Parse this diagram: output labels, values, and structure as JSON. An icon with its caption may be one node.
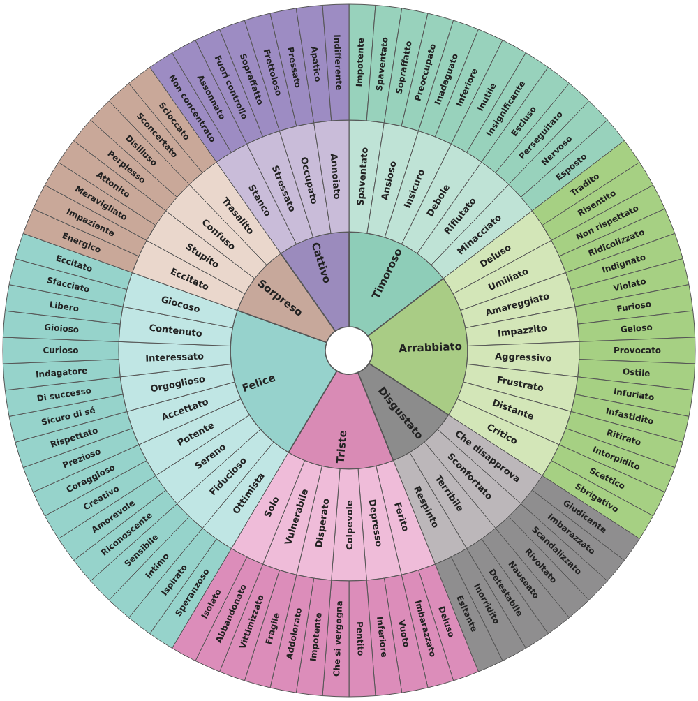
{
  "diagram": {
    "nodes": [
      {
        "text": [
          "Timoroso"
        ]
      },
      {
        "text": [
          "Spaventato"
        ]
      },
      {
        "text": [
          "Impotente"
        ]
      },
      {
        "text": [
          "Spaventato"
        ]
      },
      {
        "text": [
          "Ansioso"
        ]
      },
      {
        "text": [
          "Sopraffatto"
        ]
      },
      {
        "text": [
          "Preoccupato"
        ]
      },
      {
        "text": [
          "Insicuro"
        ]
      },
      {
        "text": [
          "Inadeguato"
        ]
      },
      {
        "text": [
          "Inferiore"
        ]
      },
      {
        "text": [
          "Debole"
        ]
      },
      {
        "text": [
          "Inutile"
        ]
      },
      {
        "text": [
          "Insignificante"
        ]
      },
      {
        "text": [
          "Rifiutato"
        ]
      },
      {
        "text": [
          "Escluso"
        ]
      },
      {
        "text": [
          "Perseguitato"
        ]
      },
      {
        "text": [
          "Minacciato"
        ]
      },
      {
        "text": [
          "Nervoso"
        ]
      },
      {
        "text": [
          "Esposto"
        ]
      },
      {
        "text": [
          "Arrabbiato"
        ]
      },
      {
        "text": [
          "Deluso"
        ]
      },
      {
        "text": [
          "Tradito"
        ]
      },
      {
        "text": [
          "Risentito"
        ]
      },
      {
        "text": [
          "Umiliato"
        ]
      },
      {
        "text": [
          "Non rispettato"
        ]
      },
      {
        "text": [
          "Ridicolizzato"
        ]
      },
      {
        "text": [
          "Amareggiato"
        ]
      },
      {
        "text": [
          "Indignato"
        ]
      },
      {
        "text": [
          "Violato"
        ]
      },
      {
        "text": [
          "Impazzito"
        ]
      },
      {
        "text": [
          "Furioso"
        ]
      },
      {
        "text": [
          "Geloso"
        ]
      },
      {
        "text": [
          "Aggressivo"
        ]
      },
      {
        "text": [
          "Provocato"
        ]
      },
      {
        "text": [
          "Ostile"
        ]
      },
      {
        "text": [
          "Frustrato"
        ]
      },
      {
        "text": [
          "Infuriato"
        ]
      },
      {
        "text": [
          "Infastidito"
        ]
      },
      {
        "text": [
          "Distante"
        ]
      },
      {
        "text": [
          "Ritirato"
        ]
      },
      {
        "text": [
          "Intorpidito"
        ]
      },
      {
        "text": [
          "Critico"
        ]
      },
      {
        "text": [
          "Scettico"
        ]
      },
      {
        "text": [
          "Sbrigativo"
        ]
      },
      {
        "text": [
          "Disgustato"
        ]
      },
      {
        "text": [
          "Che disapprova"
        ]
      },
      {
        "text": [
          "Giudicante"
        ]
      },
      {
        "text": [
          "Imbarazzato"
        ]
      },
      {
        "text": [
          "Sconfortato"
        ]
      },
      {
        "text": [
          "Scandalizzato"
        ]
      },
      {
        "text": [
          "Rivoltato"
        ]
      },
      {
        "text": [
          "Terribile"
        ]
      },
      {
        "text": [
          "Nauseato"
        ]
      },
      {
        "text": [
          "Detestabile"
        ]
      },
      {
        "text": [
          "Respinto"
        ]
      },
      {
        "text": [
          "Inorridito"
        ]
      },
      {
        "text": [
          "Esitante"
        ]
      },
      {
        "text": [
          "Triste"
        ]
      },
      {
        "text": [
          "Ferito"
        ]
      },
      {
        "text": [
          "Deluso"
        ]
      },
      {
        "text": [
          "Imbarazzato"
        ]
      },
      {
        "text": [
          "Depresso"
        ]
      },
      {
        "text": [
          "Vuoto"
        ]
      },
      {
        "text": [
          "Inferiore"
        ]
      },
      {
        "text": [
          "Colpevole"
        ]
      },
      {
        "text": [
          "Pentito"
        ]
      },
      {
        "text": [
          "Che si vergogna"
        ]
      },
      {
        "text": [
          "Disperato"
        ]
      },
      {
        "text": [
          "Impotente"
        ]
      },
      {
        "text": [
          "Addolorato"
        ]
      },
      {
        "text": [
          "Vulnerabile"
        ]
      },
      {
        "text": [
          "Fragile"
        ]
      },
      {
        "text": [
          "Vittimizzato"
        ]
      },
      {
        "text": [
          "Solo"
        ]
      },
      {
        "text": [
          "Abbandonato"
        ]
      },
      {
        "text": [
          "Isolato"
        ]
      },
      {
        "text": [
          "Felice"
        ]
      },
      {
        "text": [
          "Ottimista"
        ]
      },
      {
        "text": [
          "Speranzoso"
        ]
      },
      {
        "text": [
          "Ispirato"
        ]
      },
      {
        "text": [
          "Fiducioso"
        ]
      },
      {
        "text": [
          "Intimo"
        ]
      },
      {
        "text": [
          "Sensibile"
        ]
      },
      {
        "text": [
          "Sereno"
        ]
      },
      {
        "text": [
          "Riconoscente"
        ]
      },
      {
        "text": [
          "Amorevole"
        ]
      },
      {
        "text": [
          "Potente"
        ]
      },
      {
        "text": [
          "Creativo"
        ]
      },
      {
        "text": [
          "Coraggioso"
        ]
      },
      {
        "text": [
          "Accettato"
        ]
      },
      {
        "text": [
          "Prezioso"
        ]
      },
      {
        "text": [
          "Rispettato"
        ]
      },
      {
        "text": [
          "Orgoglioso"
        ]
      },
      {
        "text": [
          "Sicuro di sé"
        ]
      },
      {
        "text": [
          "Di successo"
        ]
      },
      {
        "text": [
          "Interessato"
        ]
      },
      {
        "text": [
          "Indagatore"
        ]
      },
      {
        "text": [
          "Curioso"
        ]
      },
      {
        "text": [
          "Contenuto"
        ]
      },
      {
        "text": [
          "Gioioso"
        ]
      },
      {
        "text": [
          "Libero"
        ]
      },
      {
        "text": [
          "Giocoso"
        ]
      },
      {
        "text": [
          "Sfacciato"
        ]
      },
      {
        "text": [
          "Eccitato"
        ]
      },
      {
        "text": [
          "Sorpreso"
        ]
      },
      {
        "text": [
          "Eccitato"
        ]
      },
      {
        "text": [
          "Energico"
        ]
      },
      {
        "text": [
          "Impaziente"
        ]
      },
      {
        "text": [
          "Stupito"
        ]
      },
      {
        "text": [
          "Meravigliato"
        ]
      },
      {
        "text": [
          "Attonito"
        ]
      },
      {
        "text": [
          "Confuso"
        ]
      },
      {
        "text": [
          "Perplesso"
        ]
      },
      {
        "text": [
          "Disilluso"
        ]
      },
      {
        "text": [
          "Trasalito"
        ]
      },
      {
        "text": [
          "Sconcertato"
        ]
      },
      {
        "text": [
          "Scioccato"
        ]
      },
      {
        "text": [
          "Cattivo"
        ]
      },
      {
        "text": [
          "Stanco"
        ]
      },
      {
        "text": [
          "Non concentrato"
        ]
      },
      {
        "text": [
          "Assonnato"
        ]
      },
      {
        "text": [
          "Stressato"
        ]
      },
      {
        "text": [
          "Fuori controllo"
        ]
      },
      {
        "text": [
          "Sopraffatto"
        ]
      },
      {
        "text": [
          "Occupato"
        ]
      },
      {
        "text": [
          "Frettoloso"
        ]
      },
      {
        "text": [
          "Pressato"
        ]
      },
      {
        "text": [
          "Annoiato"
        ]
      },
      {
        "text": [
          "Apatico"
        ]
      },
      {
        "text": [
          "Indifferente"
        ]
      }
    ]
  }
}
